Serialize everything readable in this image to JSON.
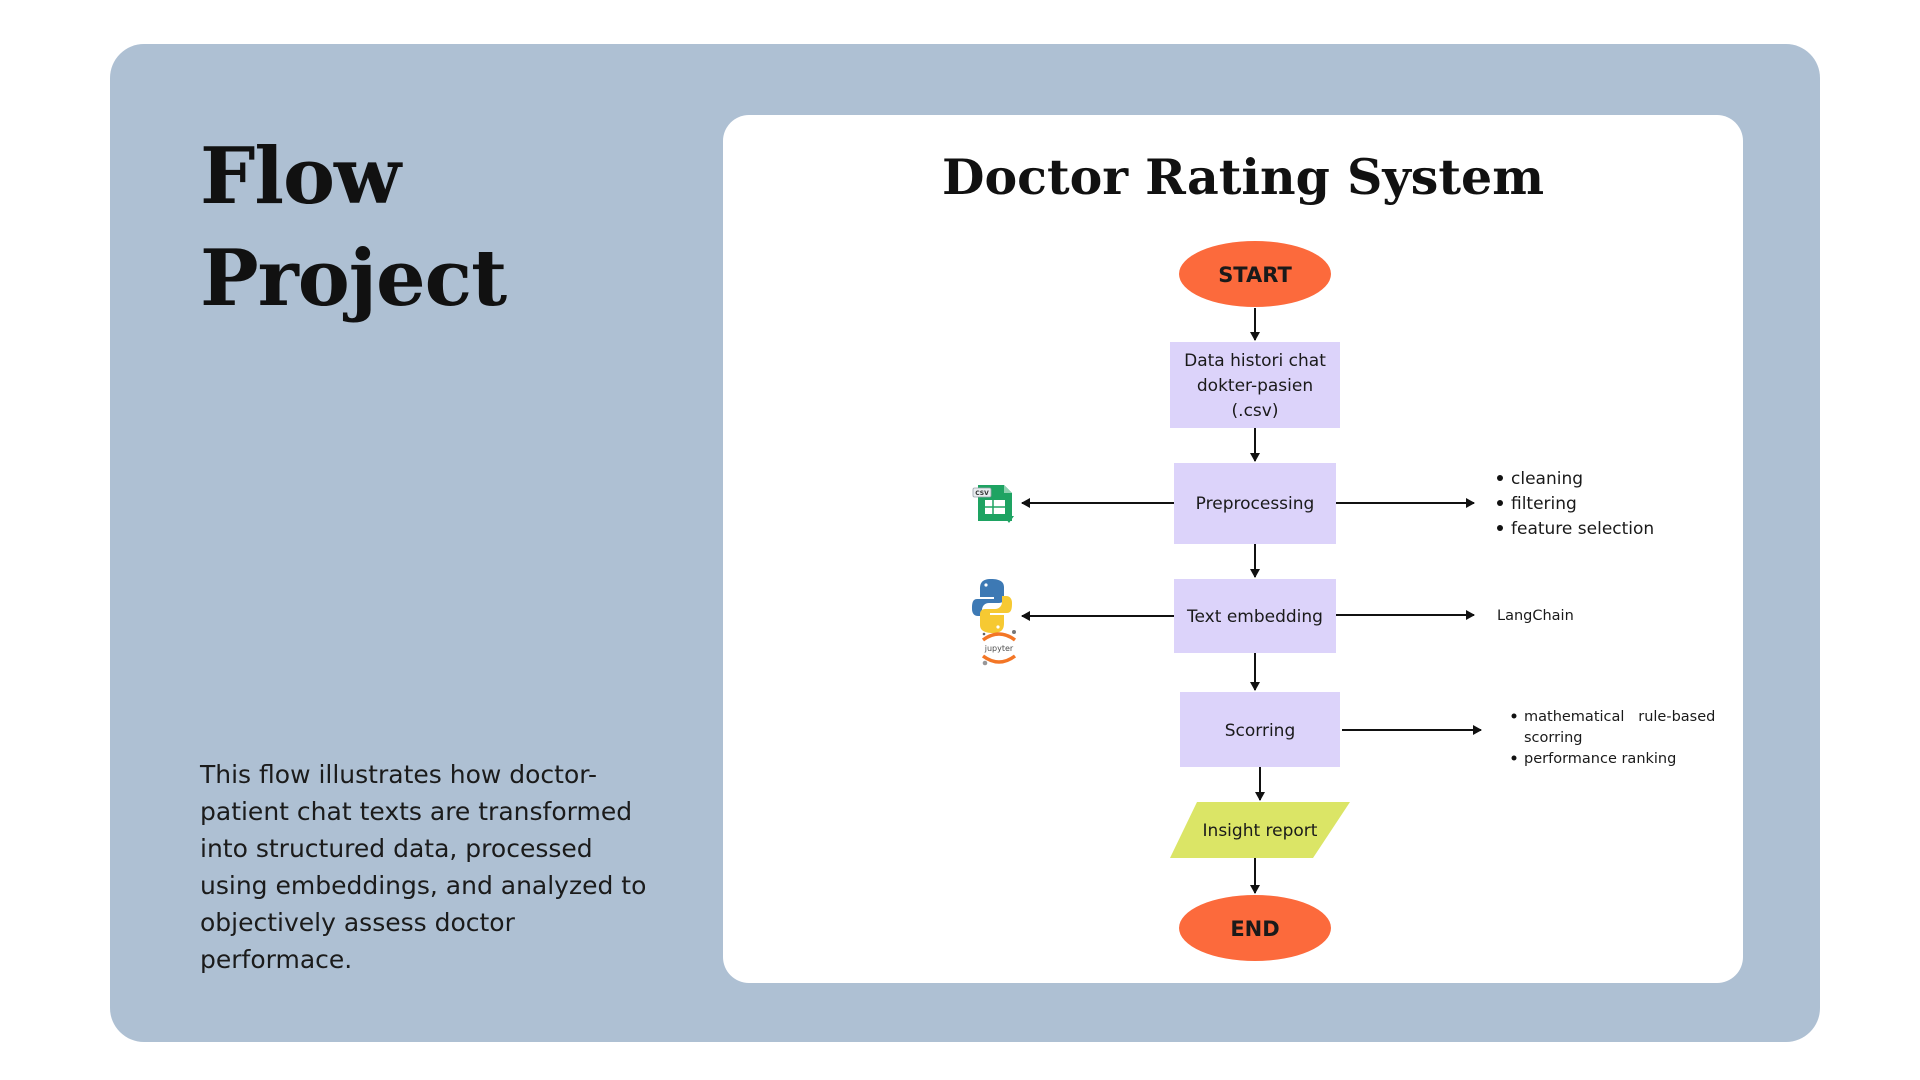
{
  "slide": {
    "title_line1": "Flow",
    "title_line2": "Project",
    "description": "This flow illustrates how doctor-patient chat texts are transformed into structured data, processed using embeddings, and analyzed to objectively assess doctor performace."
  },
  "diagram": {
    "title": "Doctor Rating System",
    "start": "START",
    "data_line1": "Data histori chat",
    "data_line2": "dokter-pasien",
    "data_line3": "(.csv)",
    "preprocessing": "Preprocessing",
    "text_embedding": "Text embedding",
    "scoring": "Scorring",
    "insight": "Insight report",
    "end": "END",
    "preprocessing_steps": [
      "cleaning",
      "filtering",
      "feature selection"
    ],
    "embedding_tool": "LangChain",
    "scoring_notes": {
      "line1": "mathematical   rule-based",
      "line2": "scorring",
      "line3": "performance ranking"
    },
    "tool_icons": [
      "google-sheets-csv-icon",
      "python-icon",
      "jupyter-icon"
    ],
    "jupyter_label": "jupyter",
    "sheets_label": "CSV"
  },
  "colors": {
    "panel": "#aec0d3",
    "terminal": "#fc6a3c",
    "process": "#dcd3fa",
    "insight": "#dbe566"
  }
}
